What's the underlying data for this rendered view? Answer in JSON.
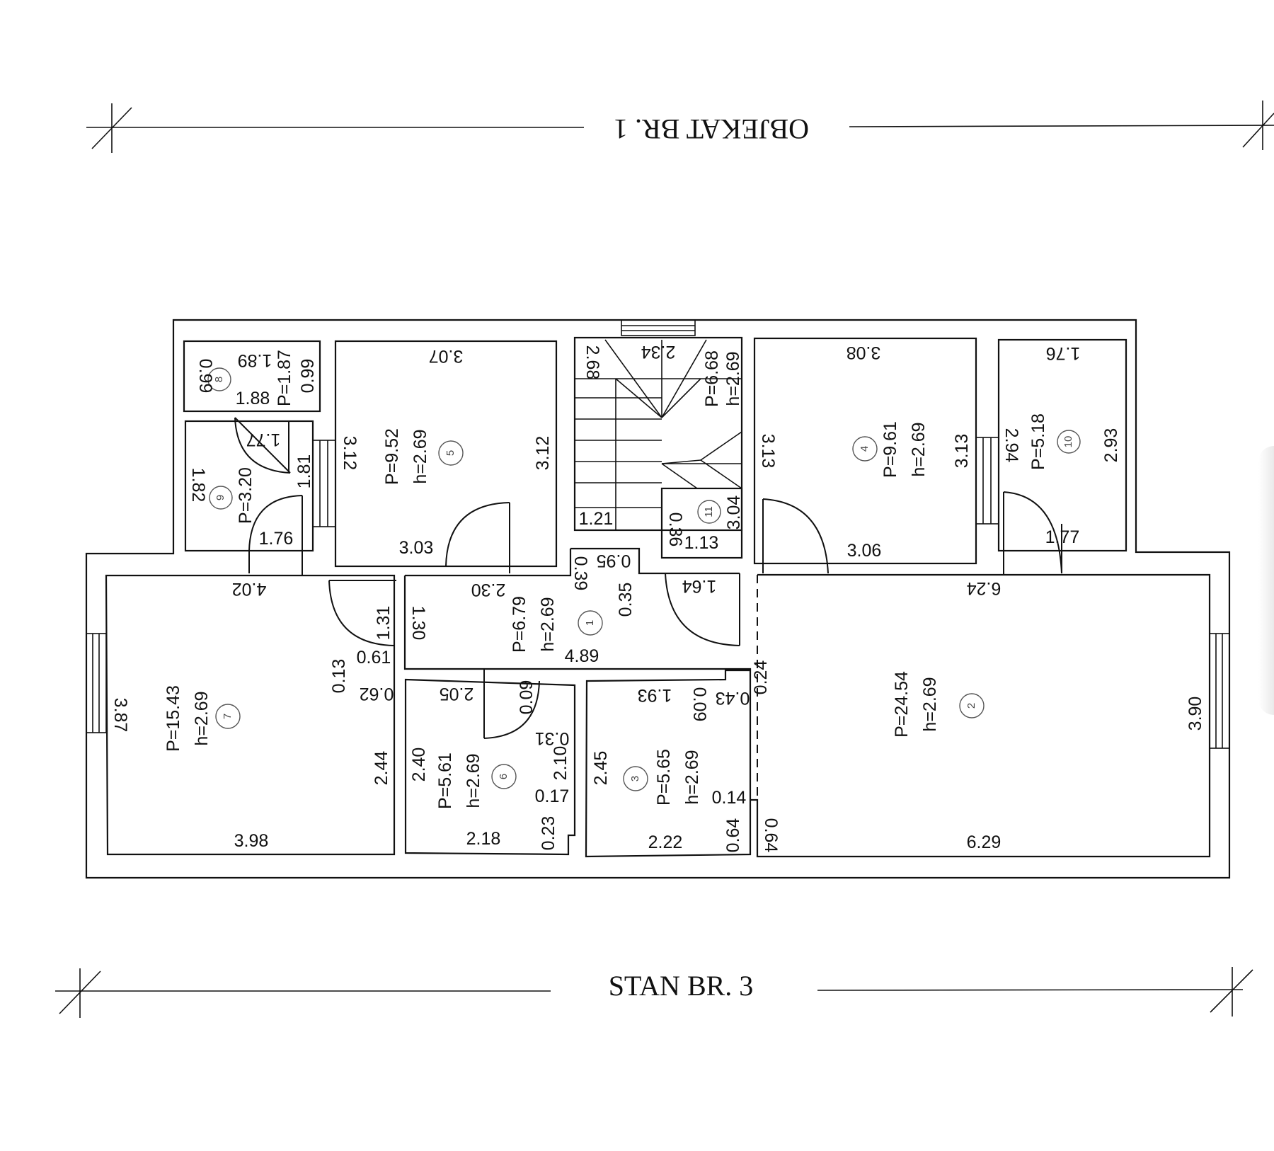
{
  "titles": {
    "top": "OBJEKAT BR. 1",
    "bottom": "STAN BR. 3"
  },
  "rooms": [
    {
      "num": "1",
      "area": "P=6.79",
      "height": "h=2.69"
    },
    {
      "num": "2",
      "area": "P=24.54",
      "height": "h=2.69"
    },
    {
      "num": "3",
      "area": "P=5.65",
      "height": "h=2.69"
    },
    {
      "num": "4",
      "area": "P=9.61",
      "height": "h=2.69"
    },
    {
      "num": "5",
      "area": "P=9.52",
      "height": "h=2.69"
    },
    {
      "num": "6",
      "area": "P=5.61",
      "height": "h=2.69"
    },
    {
      "num": "7",
      "area": "P=15.43",
      "height": "h=2.69"
    },
    {
      "num": "8",
      "area": "P=1.87",
      "height": ""
    },
    {
      "num": "9",
      "area": "P=3.20",
      "height": ""
    },
    {
      "num": "10",
      "area": "P=5.18",
      "height": ""
    },
    {
      "num": "11",
      "area": "P=6.68",
      "height": "h=2.69"
    }
  ],
  "dimensions": {
    "r8_top": "1.89",
    "r8_left": "0.99",
    "r8_bottom": "1.88",
    "r8_right": "0.99",
    "r9_top": "1.77",
    "r9_left": "1.82",
    "r9_right": "1.81",
    "r9_bottom": "1.76",
    "r5_top": "3.07",
    "r5_left": "3.12",
    "r5_right": "3.12",
    "r5_bottom": "3.03",
    "st_top": "2.34",
    "st_left": "2.68",
    "st_bottom": "1.21",
    "r11_left": "0.36",
    "r11_bottom": "1.13",
    "r11_right": "3.04",
    "r4_top": "3.08",
    "r4_left": "3.13",
    "r4_right": "3.13",
    "r4_bottom": "3.06",
    "r10_top": "1.76",
    "r10_left": "2.94",
    "r10_right": "2.93",
    "r10_bottom": "1.77",
    "r7_top": "4.02",
    "r7_left": "3.87",
    "r7_right": "2.44",
    "r7_bottom": "3.98",
    "r1_top": "2.30",
    "r1_a": "0.39",
    "r1_b": "0.95",
    "r1_c": "0.35",
    "r1_d": "1.64",
    "r1_left": "1.30",
    "r1_bottom": "4.89",
    "c_131": "1.31",
    "c_061": "0.61",
    "c_013": "0.13",
    "c_062": "0.62",
    "r6_top": "2.05",
    "r6_a": "0.09",
    "r6_b": "0.31",
    "r6_c": "2.10",
    "r6_d": "0.17",
    "r6_e": "0.23",
    "r6_left": "2.40",
    "r6_bottom": "2.18",
    "r3_top": "1.93",
    "r3_a": "0.09",
    "r3_b": "0.43",
    "r3_c": "0.24",
    "r3_d": "0.14",
    "r3_e": "0.64",
    "r3_left": "2.45",
    "r3_bottom": "2.22",
    "r2_top": "6.24",
    "r2_left": "0.64",
    "r2_right": "3.90",
    "r2_bottom": "6.29"
  }
}
